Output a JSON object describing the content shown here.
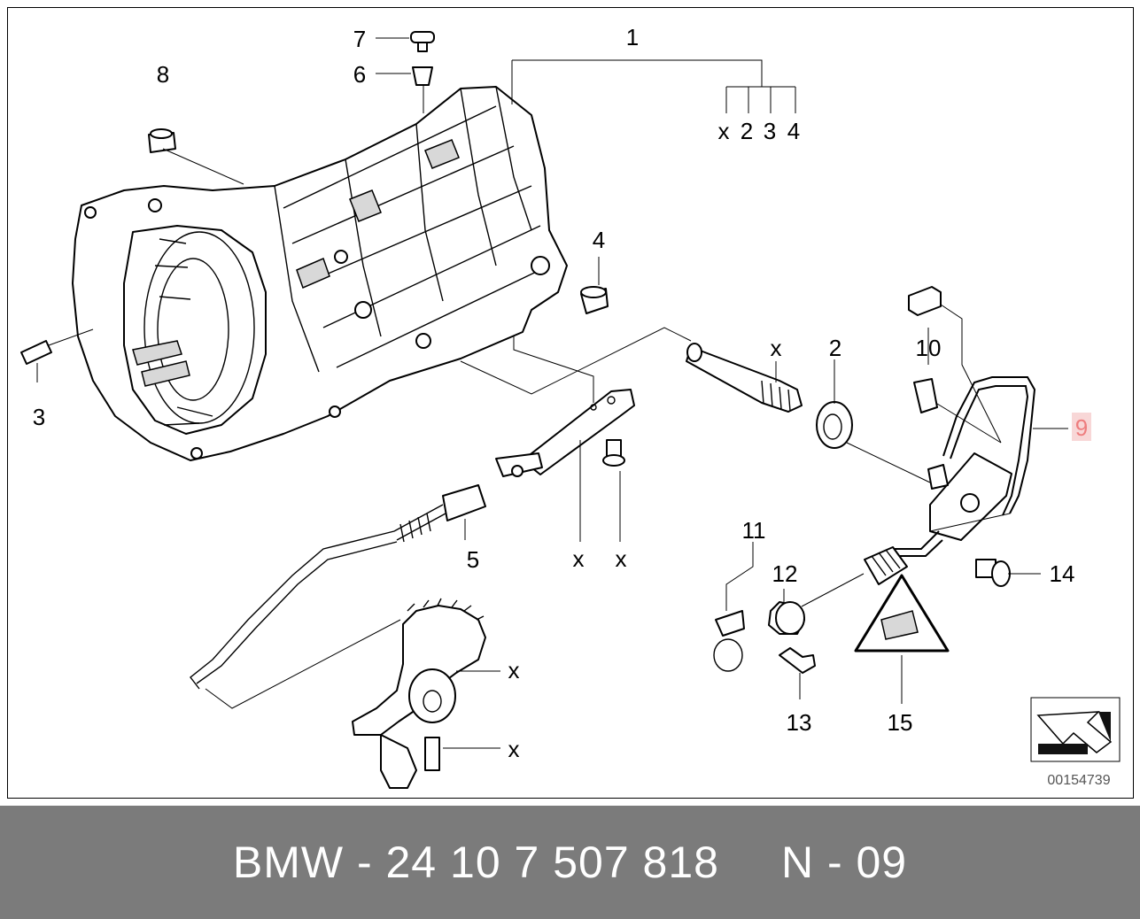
{
  "diagram": {
    "callouts": {
      "c1": "1",
      "c2": "2",
      "c3": "3",
      "c4": "4",
      "c5": "5",
      "c6": "6",
      "c7": "7",
      "c8": "8",
      "c9": "9",
      "c10": "10",
      "c11": "11",
      "c12": "12",
      "c13": "13",
      "c14": "14",
      "c15": "15",
      "c2b": "2",
      "c3b": "3",
      "c4b": "4",
      "cx": "x"
    },
    "highlight_color": "#e8393a",
    "drawing_number": "00154739"
  },
  "footer": {
    "part_number": "BMW - 24 10 7 507 818",
    "position": "N - 09",
    "background": "#7b7b7b"
  }
}
